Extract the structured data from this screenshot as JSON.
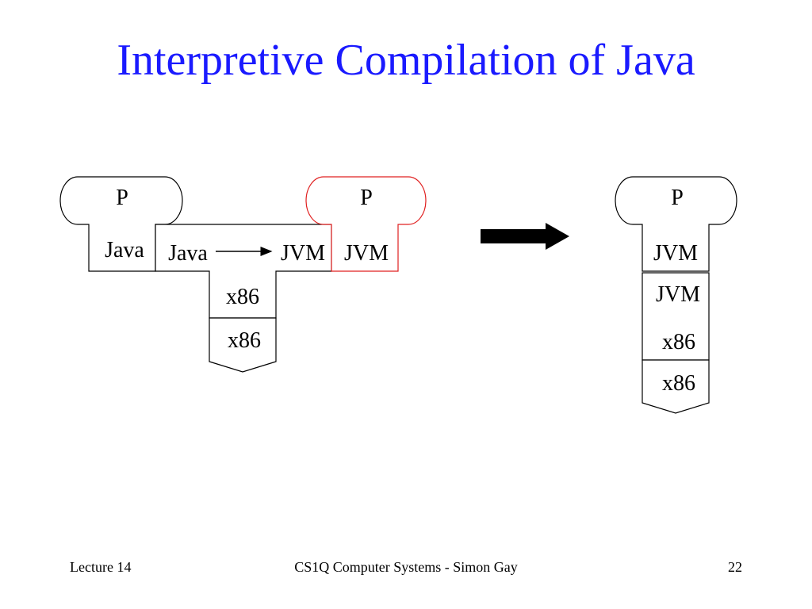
{
  "slide": {
    "title": "Interpretive Compilation of Java",
    "accent_color": "#1a1aff",
    "highlight_color": "#e02020"
  },
  "left_diagram": {
    "program_p": "P",
    "program_lang": "Java",
    "compiler_source": "Java",
    "compiler_target": "JVM",
    "compiler_impl": "x86",
    "machine": "x86",
    "output_p": "P",
    "output_lang": "JVM"
  },
  "transform_arrow": "thick-right-arrow-icon",
  "right_diagram": {
    "program_p": "P",
    "program_lang": "JVM",
    "interpreter_lang": "JVM",
    "interpreter_impl": "x86",
    "machine": "x86"
  },
  "footer": {
    "left": "Lecture 14",
    "center": "CS1Q Computer Systems - Simon Gay",
    "right": "22"
  }
}
